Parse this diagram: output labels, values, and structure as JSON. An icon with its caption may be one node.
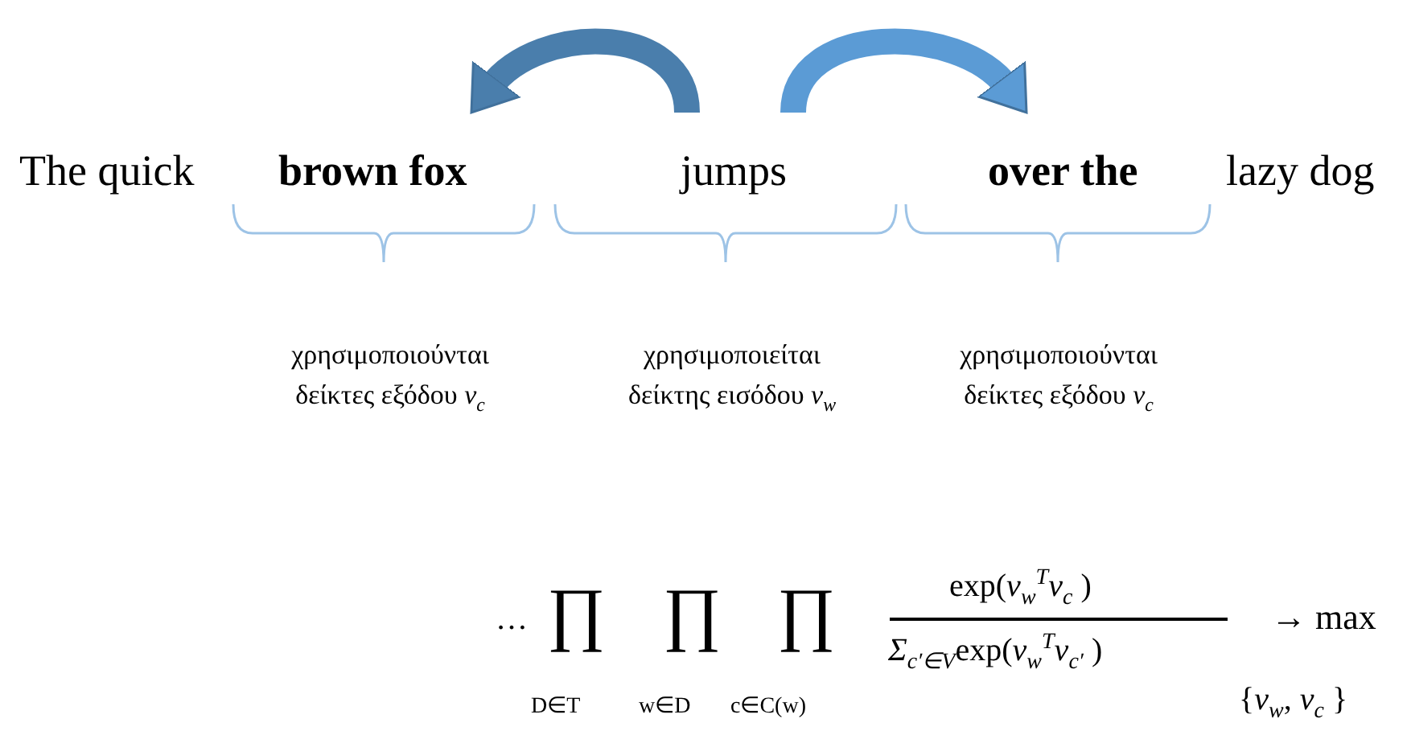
{
  "diagram": {
    "nodes": [
      {
        "text": [
          "The quick"
        ]
      },
      {
        "text": [
          "brown fox"
        ]
      },
      {
        "text": [
          "jumps"
        ]
      },
      {
        "text": [
          "over the"
        ]
      },
      {
        "text": [
          "lazy dog"
        ]
      }
    ],
    "edges": [
      {
        "from": 2,
        "to": 1,
        "arrow": "to",
        "color": "#4a7eac"
      },
      {
        "from": 2,
        "to": 3,
        "arrow": "to",
        "color": "#5b9bd5"
      }
    ],
    "labels": [
      "χρησιμοποιούνται δείκτες εξόδου *v*$_{c}$",
      "χρησιμοποιείται δείκτης εισόδου *v*$_{w}$",
      "χρησιμοποιούνται δείκτες εξόδου *v*$_{c}$",
      "…",
      "∏",
      "∏",
      "∏",
      "D∈T",
      "w∈D",
      "c∈C(w)",
      "exp(*v*$_{w}$$^{T}$*v*$_{c}$ )",
      "*Σ*$_{c′∈V}$exp(*v*$_{w}$$^{T}$*v*$_{c′}$ )",
      "→ max",
      "{*v*$_{w}$, *v*$_{c}$ }"
    ]
  }
}
